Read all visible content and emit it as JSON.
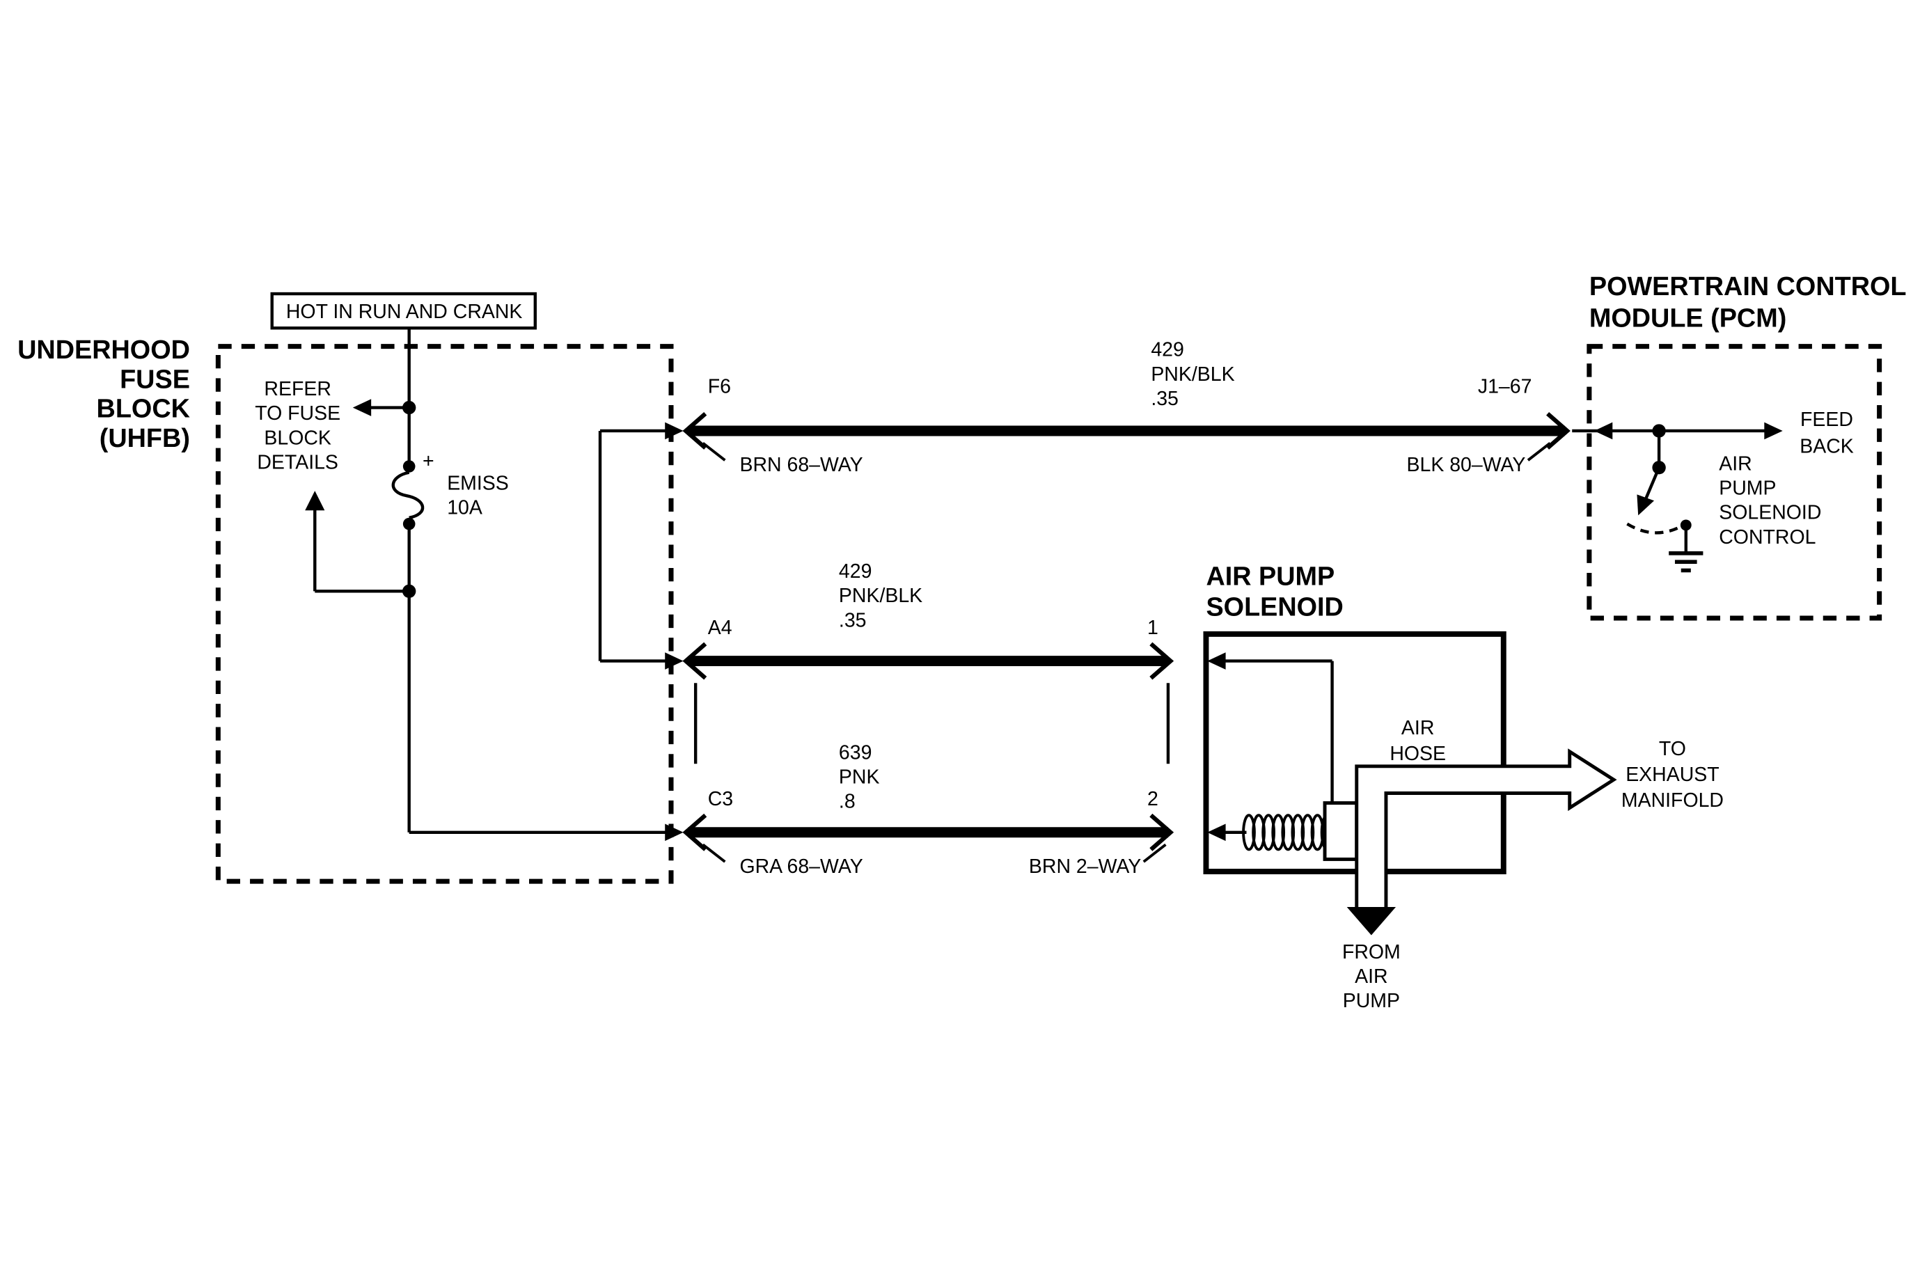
{
  "colors": {
    "ink": "#000000",
    "paper": "#ffffff"
  },
  "uhfb": {
    "title_lines": [
      "UNDERHOOD",
      "FUSE",
      "BLOCK",
      "(UHFB)"
    ],
    "hot_label": "HOT IN RUN AND CRANK",
    "refer_lines": [
      "REFER",
      "TO FUSE",
      "BLOCK",
      "DETAILS"
    ],
    "fuse": {
      "plus": "+",
      "name": "EMISS",
      "rating": "10A"
    }
  },
  "wires": {
    "top": {
      "left_pin": "F6",
      "left_connector": "BRN 68–WAY",
      "circuit_lines": [
        "429",
        "PNK/BLK",
        ".35"
      ],
      "right_pin": "J1–67",
      "right_connector": "BLK 80–WAY"
    },
    "middle": {
      "left_pin": "A4",
      "circuit_lines": [
        "429",
        "PNK/BLK",
        ".35"
      ],
      "right_pin": "1"
    },
    "bottom": {
      "left_pin": "C3",
      "left_connector": "GRA 68–WAY",
      "circuit_lines": [
        "639",
        "PNK",
        ".8"
      ],
      "right_pin": "2",
      "right_connector": "BRN 2–WAY"
    }
  },
  "pcm": {
    "title_lines": [
      "POWERTRAIN CONTROL",
      "MODULE (PCM)"
    ],
    "feedback_lines": [
      "FEED",
      "BACK"
    ],
    "control_lines": [
      "AIR",
      "PUMP",
      "SOLENOID",
      "CONTROL"
    ]
  },
  "solenoid": {
    "title_lines": [
      "AIR PUMP",
      "SOLENOID"
    ],
    "air_hose_lines": [
      "AIR",
      "HOSE"
    ],
    "exhaust_lines": [
      "TO",
      "EXHAUST",
      "MANIFOLD"
    ],
    "from_pump_lines": [
      "FROM",
      "AIR",
      "PUMP"
    ]
  }
}
